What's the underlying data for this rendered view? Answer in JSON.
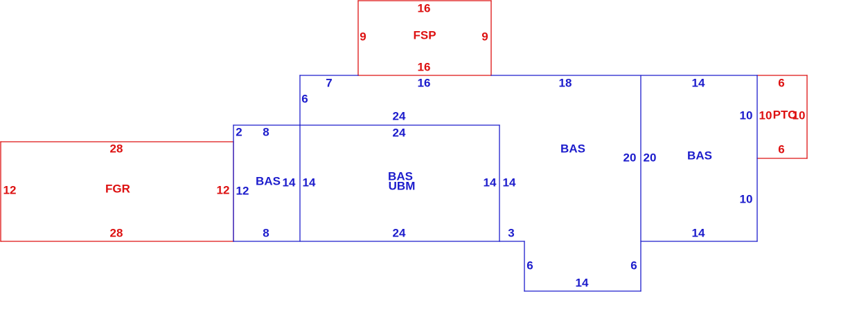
{
  "colors": {
    "living": "#1c1ccc",
    "other": "#dd1111"
  },
  "areas": [
    {
      "id": "fsp",
      "code": "FSP",
      "style": "other"
    },
    {
      "id": "fgr",
      "code": "FGR",
      "style": "other"
    },
    {
      "id": "pto",
      "code": "PTO",
      "style": "other"
    },
    {
      "id": "bas_left",
      "code": "BAS",
      "style": "living"
    },
    {
      "id": "bas_center",
      "code": "BAS",
      "style": "living"
    },
    {
      "id": "ubm",
      "code": "UBM",
      "style": "living"
    },
    {
      "id": "bas_main",
      "code": "BAS",
      "style": "living"
    },
    {
      "id": "bas_right",
      "code": "BAS",
      "style": "living"
    }
  ],
  "dimensions": [
    {
      "id": "fsp_top",
      "value": "16",
      "style": "other"
    },
    {
      "id": "fsp_left",
      "value": "9",
      "style": "other"
    },
    {
      "id": "fsp_right",
      "value": "9",
      "style": "other"
    },
    {
      "id": "fsp_bottom",
      "value": "16",
      "style": "other"
    },
    {
      "id": "fgr_top",
      "value": "28",
      "style": "other"
    },
    {
      "id": "fgr_left",
      "value": "12",
      "style": "other"
    },
    {
      "id": "fgr_right",
      "value": "12",
      "style": "other"
    },
    {
      "id": "fgr_bottom",
      "value": "28",
      "style": "other"
    },
    {
      "id": "pto_top",
      "value": "6",
      "style": "other"
    },
    {
      "id": "pto_left",
      "value": "10",
      "style": "other"
    },
    {
      "id": "pto_right",
      "value": "10",
      "style": "other"
    },
    {
      "id": "pto_bottom",
      "value": "6",
      "style": "other"
    },
    {
      "id": "top_a",
      "value": "7",
      "style": "living"
    },
    {
      "id": "top_b",
      "value": "16",
      "style": "living"
    },
    {
      "id": "top_c",
      "value": "18",
      "style": "living"
    },
    {
      "id": "upper_left",
      "value": "6",
      "style": "living"
    },
    {
      "id": "upper_inner",
      "value": "24",
      "style": "living"
    },
    {
      "id": "left_top_a",
      "value": "2",
      "style": "living"
    },
    {
      "id": "left_top_b",
      "value": "8",
      "style": "living"
    },
    {
      "id": "left_side",
      "value": "12",
      "style": "living"
    },
    {
      "id": "left_inner",
      "value": "14",
      "style": "living"
    },
    {
      "id": "left_bottom",
      "value": "8",
      "style": "living"
    },
    {
      "id": "center_top",
      "value": "24",
      "style": "living"
    },
    {
      "id": "center_left",
      "value": "14",
      "style": "living"
    },
    {
      "id": "center_right",
      "value": "14",
      "style": "living"
    },
    {
      "id": "center_bottom",
      "value": "24",
      "style": "living"
    },
    {
      "id": "main_right_outer",
      "value": "14",
      "style": "living"
    },
    {
      "id": "step",
      "value": "3",
      "style": "living"
    },
    {
      "id": "bump_left",
      "value": "6",
      "style": "living"
    },
    {
      "id": "bump_right",
      "value": "6",
      "style": "living"
    },
    {
      "id": "bump_bottom",
      "value": "14",
      "style": "living"
    },
    {
      "id": "main_side",
      "value": "20",
      "style": "living"
    },
    {
      "id": "right_side_left",
      "value": "20",
      "style": "living"
    },
    {
      "id": "right_top",
      "value": "14",
      "style": "living"
    },
    {
      "id": "right_upper",
      "value": "10",
      "style": "living"
    },
    {
      "id": "right_lower",
      "value": "10",
      "style": "living"
    },
    {
      "id": "right_bottom",
      "value": "14",
      "style": "living"
    }
  ]
}
